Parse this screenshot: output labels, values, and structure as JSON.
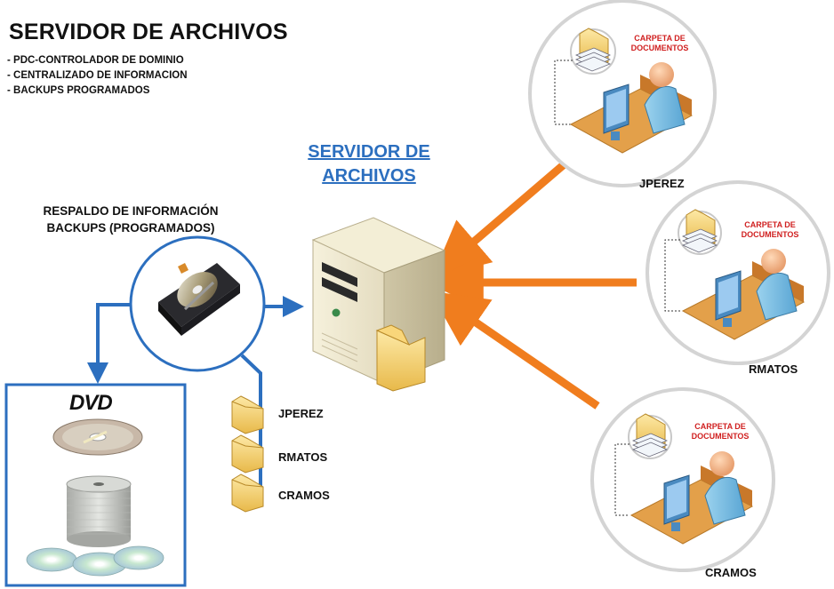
{
  "header": {
    "title": "SERVIDOR DE ARCHIVOS",
    "bullets": [
      "- PDC-CONTROLADOR DE DOMINIO",
      "- CENTRALIZADO DE INFORMACION",
      "- BACKUPS PROGRAMADOS"
    ]
  },
  "server": {
    "title_line1": "SERVIDOR DE",
    "title_line2": "ARCHIVOS"
  },
  "backup": {
    "title_line1": "RESPALDO DE INFORMACIÓN",
    "title_line2": "BACKUPS (PROGRAMADOS)",
    "dvd_logo": "DVD"
  },
  "shared_folders": [
    "JPEREZ",
    "RMATOS",
    "CRAMOS"
  ],
  "clients": [
    {
      "name": "JPEREZ",
      "folder_line1": "CARPETA DE",
      "folder_line2": "DOCUMENTOS"
    },
    {
      "name": "RMATOS",
      "folder_line1": "CARPETA DE",
      "folder_line2": "DOCUMENTOS"
    },
    {
      "name": "CRAMOS",
      "folder_line1": "CARPETA DE",
      "folder_line2": "DOCUMENTOS"
    }
  ],
  "colors": {
    "arrow_orange": "#f07d1e",
    "link_blue": "#2c6fbf",
    "carpeta_red": "#d02020"
  }
}
